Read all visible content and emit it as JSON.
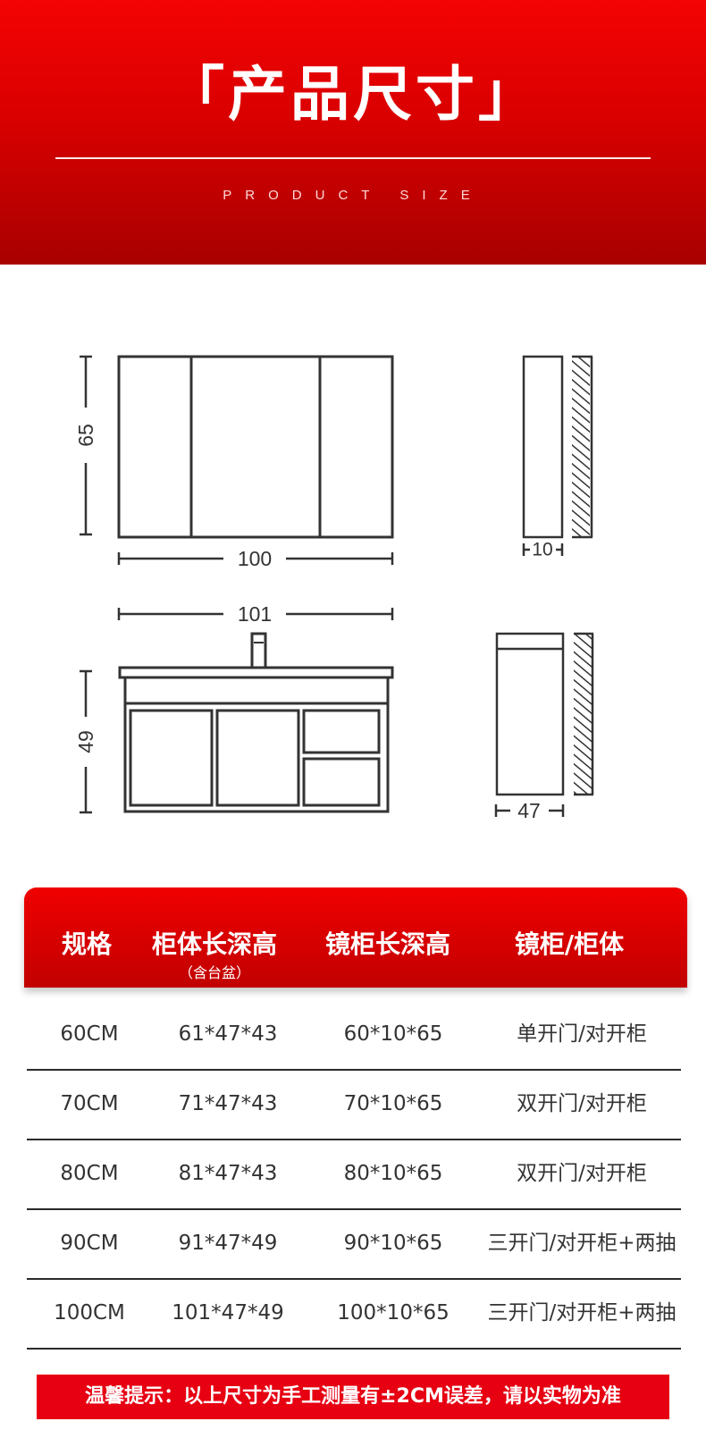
{
  "banner": {
    "title": "「产品尺寸」",
    "subtitle": "PRODUCT SIZE"
  },
  "dimensions": {
    "mirror_height": "65",
    "mirror_width": "100",
    "mirror_depth": "10",
    "cabinet_width": "101",
    "cabinet_height": "49",
    "cabinet_depth": "47"
  },
  "table": {
    "headers": [
      {
        "label": "规格",
        "sub": ""
      },
      {
        "label": "柜体长深高",
        "sub": "（含台盆）"
      },
      {
        "label": "镜柜长深高",
        "sub": ""
      },
      {
        "label": "镜柜/柜体",
        "sub": ""
      }
    ],
    "rows": [
      [
        "60CM",
        "61*47*43",
        "60*10*65",
        "单开门/对开柜"
      ],
      [
        "70CM",
        "71*47*43",
        "70*10*65",
        "双开门/对开柜"
      ],
      [
        "80CM",
        "81*47*43",
        "80*10*65",
        "双开门/对开柜"
      ],
      [
        "90CM",
        "91*47*49",
        "90*10*65",
        "三开门/对开柜+两抽"
      ],
      [
        "100CM",
        "101*47*49",
        "100*10*65",
        "三开门/对开柜+两抽"
      ]
    ]
  },
  "notice": "温馨提示：以上尺寸为手工测量有±2CM误差，请以实物为准",
  "colors": {
    "accent": "#e60012",
    "line": "#333333"
  }
}
